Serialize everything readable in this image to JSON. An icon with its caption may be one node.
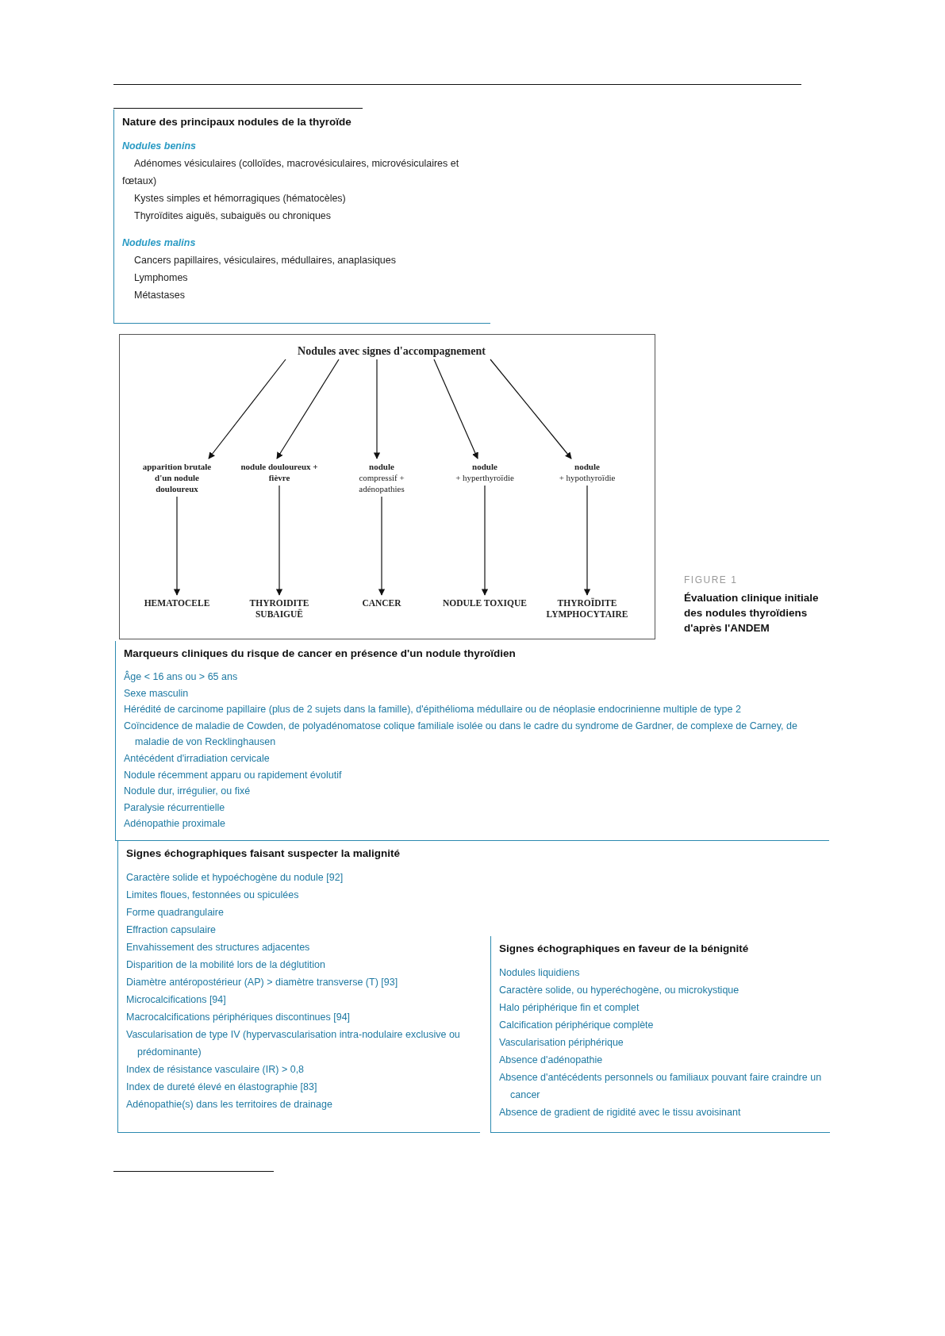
{
  "diagram": {
    "nodes": [
      {
        "text": [
          "Nature des principaux nodules de la thyroïde",
          "Nodules benins",
          "Adénomes vésiculaires (colloïdes, macrovésiculaires, microvésiculaires et fœtaux)",
          "Kystes simples et hémorragiques (hématocèles)",
          "Thyroïdites aiguës, subaiguës ou chroniques",
          "Nodules malins",
          "Cancers papillaires, vésiculaires, médullaires, anaplasiques",
          "Lymphomes",
          "Métastases"
        ]
      },
      {
        "text": [],
        "shape": "box",
        "beside": [
          "FIGURE 1",
          "Évaluation clinique initiale des nodules thyroïdiens d'après l'ANDEM"
        ]
      },
      {
        "text": [
          "Nodules avec signes d'accompagnement"
        ],
        "in": 1
      },
      {
        "text": [
          "apparition brutale d'un nodule douloureux"
        ],
        "in": 1
      },
      {
        "text": [
          "nodule douloureux + fièvre"
        ],
        "in": 1
      },
      {
        "text": [
          "nodule",
          "compressif + adénopathies"
        ],
        "in": 1
      },
      {
        "text": [
          "nodule",
          "+ hyperthyroïdie"
        ],
        "in": 1
      },
      {
        "text": [
          "nodule",
          "+ hypothyroïdie"
        ],
        "in": 1
      },
      {
        "text": [
          "HEMATOCELE"
        ],
        "in": 1
      },
      {
        "text": [
          "THYROIDITE SUBAIGUË"
        ],
        "in": 1
      },
      {
        "text": [
          "CANCER"
        ],
        "in": 1
      },
      {
        "text": [
          "NODULE TOXIQUE"
        ],
        "in": 1
      },
      {
        "text": [
          "THYROÏDITE LYMPHOCYTAIRE"
        ],
        "in": 1
      },
      {
        "text": [
          "Marqueurs cliniques du risque de cancer en présence d'un nodule thyroïdien",
          "Âge < 16 ans ou > 65 ans",
          "Sexe masculin",
          "Hérédité de carcinome papillaire (plus de 2 sujets dans la famille), d'épithélioma médullaire ou de néoplasie endocrinienne multiple de type 2",
          "Coïncidence de maladie de Cowden, de polyadénomatose colique familiale isolée ou dans le cadre du syndrome de Gardner, de complexe de Carney, de maladie de von Recklinghausen",
          "Antécédent d'irradiation cervicale",
          "Nodule récemment apparu ou rapidement évolutif",
          "Nodule dur, irrégulier, ou fixé",
          "Paralysie récurrentielle",
          "Adénopathie proximale"
        ]
      },
      {
        "text": [
          "Signes échographiques faisant suspecter la malignité",
          "Caractère solide et hypoéchogène du nodule [92]",
          "Limites floues, festonnées ou spiculées",
          "Forme quadrangulaire",
          "Effraction capsulaire",
          "Envahissement des structures adjacentes",
          "Disparition de la mobilité lors de la déglutition",
          "Diamètre antéropostérieur (AP) > diamètre transverse (T) [93]",
          "Microcalcifications [94]",
          "Macrocalcifications périphériques discontinues [94]",
          "Vascularisation de type IV (hypervascularisation intra-nodulaire exclusive ou prédominante)",
          "Index de résistance vasculaire (IR) > 0,8",
          "Index de dureté élevé en élastographie [83]",
          "Adénopathie(s) dans les territoires de drainage"
        ]
      },
      {
        "text": [
          "Signes échographiques en faveur de la bénignité",
          "Nodules liquidiens",
          "Caractère solide, ou hyperéchogène, ou microkystique",
          "Halo périphérique fin et complet",
          "Calcification périphérique complète",
          "Vascularisation périphérique",
          "Absence d'adénopathie",
          "Absence d'antécédents personnels ou familiaux pouvant faire craindre un cancer",
          "Absence de gradient de rigidité avec le tissu avoisinant"
        ]
      }
    ],
    "edges": [
      {
        "from": 2,
        "to": 3,
        "arrow": "to"
      },
      {
        "from": 2,
        "to": 4,
        "arrow": "to"
      },
      {
        "from": 2,
        "to": 5,
        "arrow": "to"
      },
      {
        "from": 2,
        "to": 6,
        "arrow": "to"
      },
      {
        "from": 2,
        "to": 7,
        "arrow": "to"
      },
      {
        "from": 3,
        "to": 8,
        "arrow": "to"
      },
      {
        "from": 4,
        "to": 9,
        "arrow": "to"
      },
      {
        "from": 5,
        "to": 10,
        "arrow": "to"
      },
      {
        "from": 6,
        "to": 11,
        "arrow": "to"
      },
      {
        "from": 7,
        "to": 12,
        "arrow": "to"
      }
    ]
  }
}
